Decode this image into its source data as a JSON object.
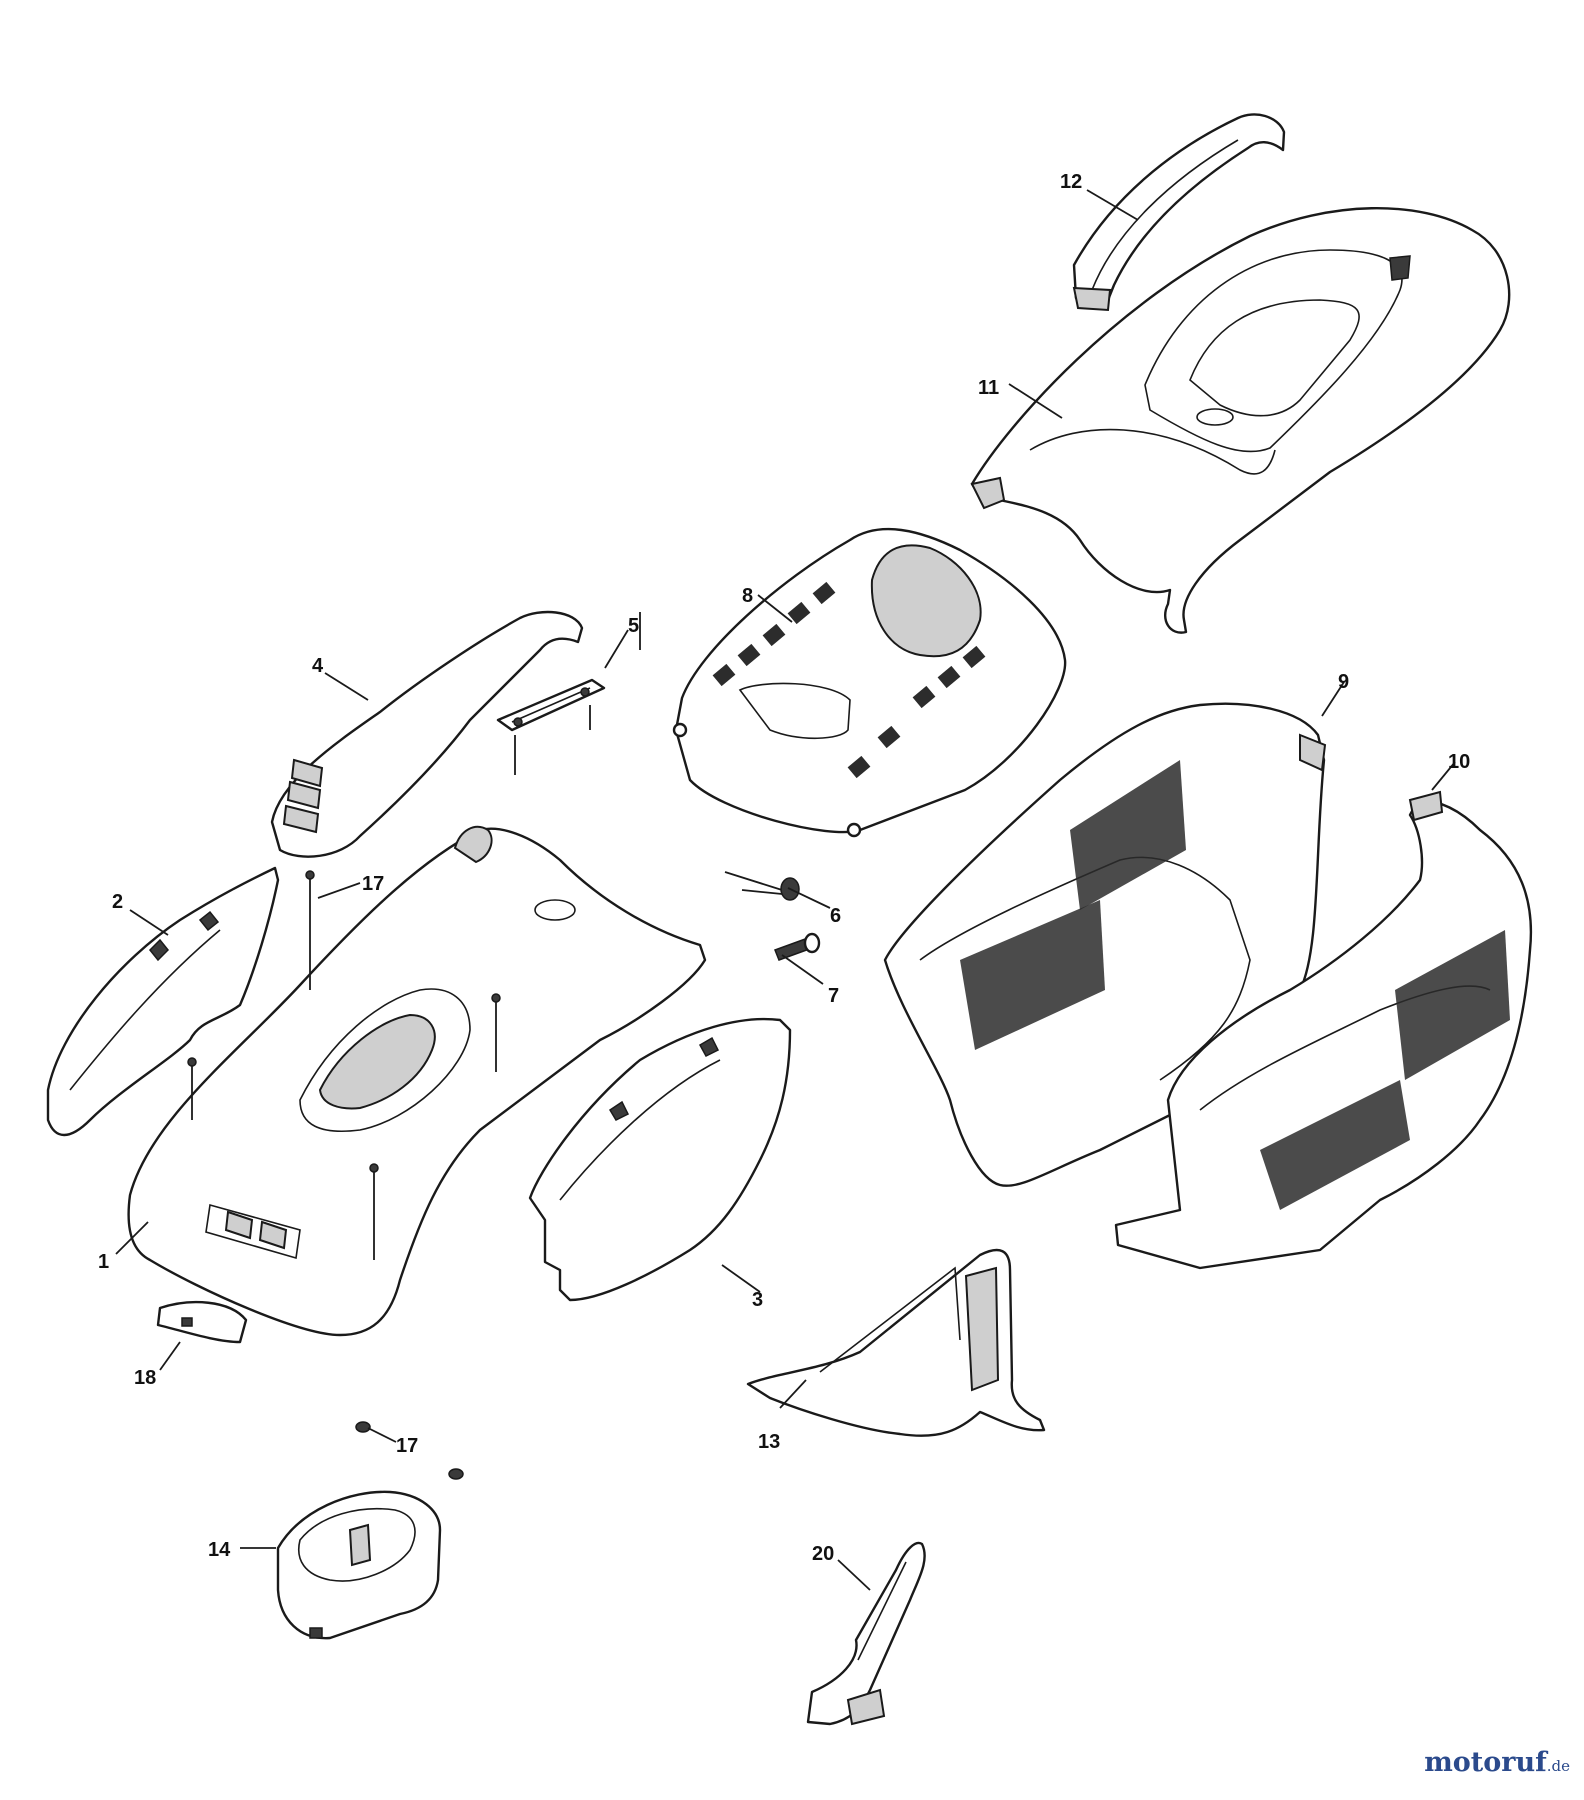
{
  "callouts": {
    "c1": "1",
    "c2": "2",
    "c3": "3",
    "c4": "4",
    "c5": "5",
    "c6": "6",
    "c7": "7",
    "c8": "8",
    "c9": "9",
    "c10": "10",
    "c11": "11",
    "c12": "12",
    "c13": "13",
    "c14": "14",
    "c17a": "17",
    "c17b": "17",
    "c18": "18",
    "c20": "20"
  },
  "watermark": {
    "main": "motoruf",
    "suffix": ".de"
  }
}
